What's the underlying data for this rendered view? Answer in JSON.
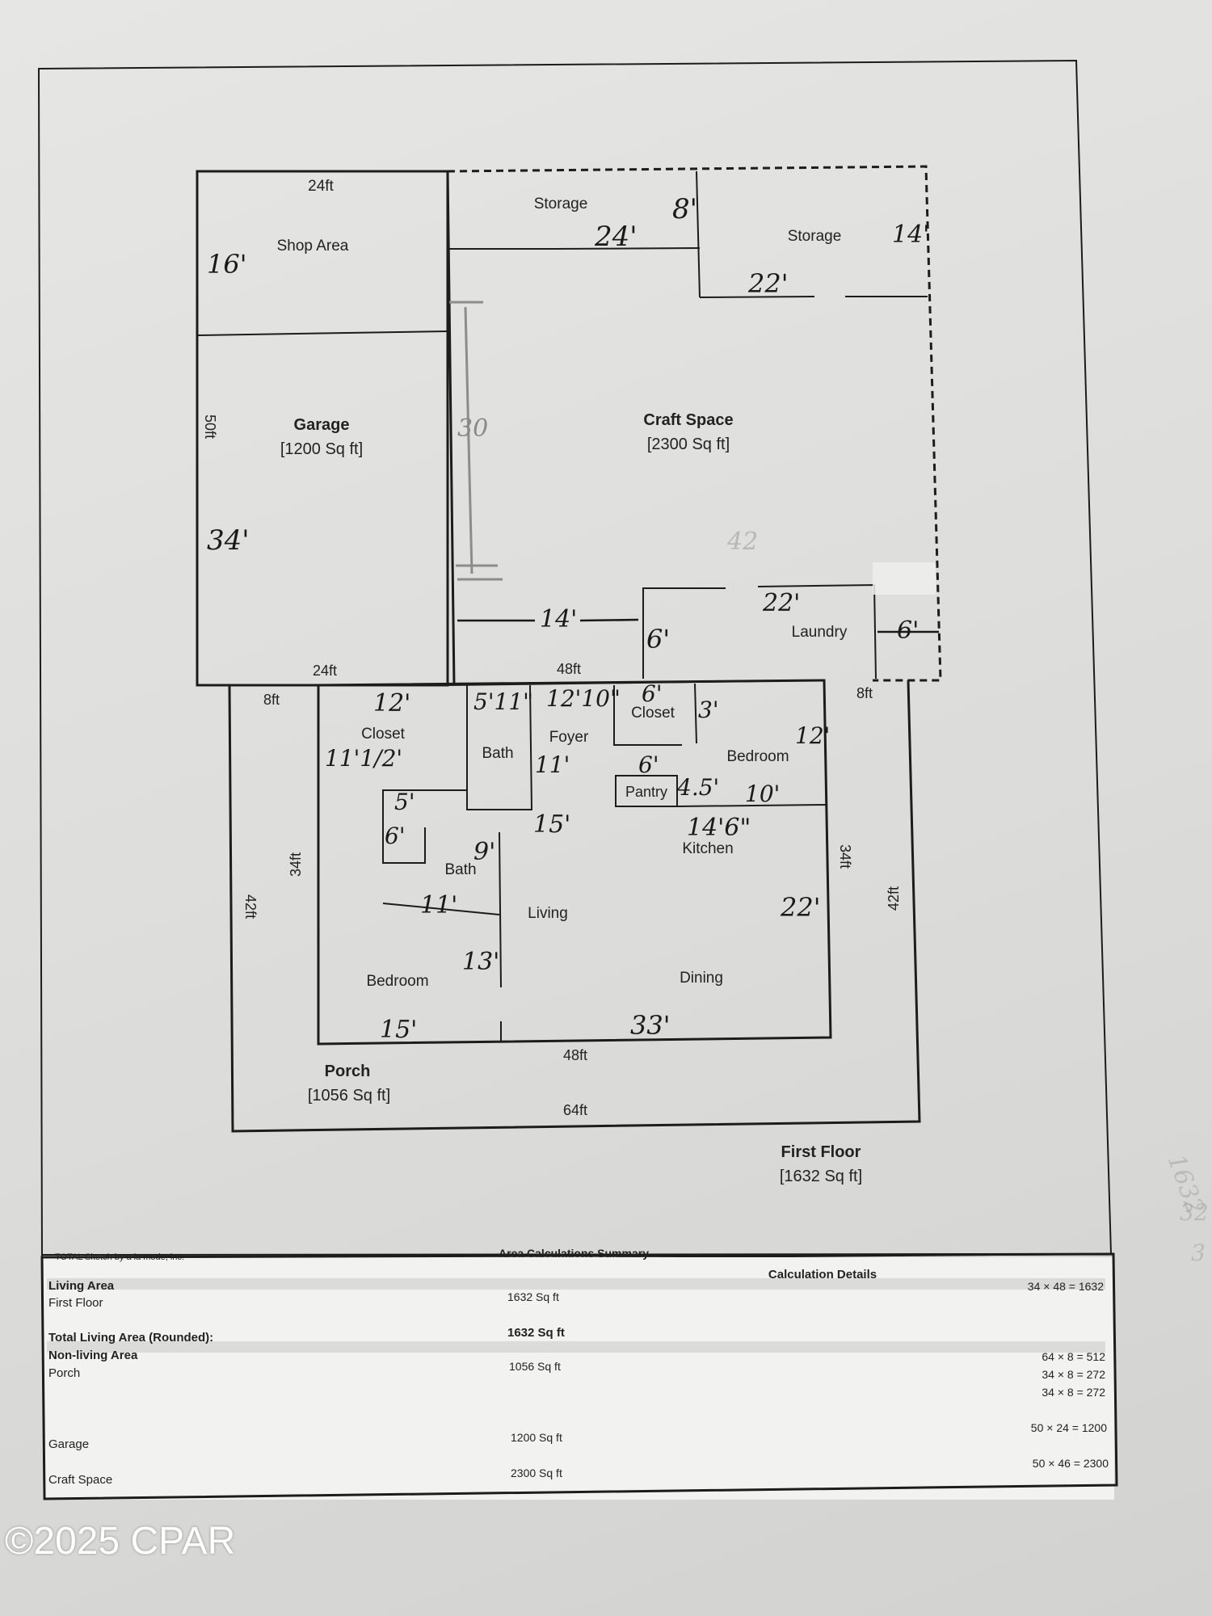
{
  "labels": {
    "shop_area": "Shop  Area",
    "storage_1": "Storage",
    "storage_2": "Storage",
    "garage": "Garage",
    "garage_area": "[1200 Sq ft]",
    "craft_space": "Craft Space",
    "craft_space_area": "[2300 Sq ft]",
    "laundry": "Laundry",
    "closet_1": "Closet",
    "closet_2": "Closet",
    "bath_1": "Bath",
    "bath_2": "Bath",
    "foyer": "Foyer",
    "bedroom_1": "Bedroom",
    "bedroom_2": "Bedroom",
    "pantry": "Pantry",
    "kitchen": "Kitchen",
    "living": "Living",
    "dining": "Dining",
    "porch": "Porch",
    "porch_area": "[1056 Sq ft]",
    "first_floor": "First Floor",
    "first_floor_area": "[1632 Sq ft]"
  },
  "dims": {
    "top_24ft": "24ft",
    "garage_50ft": "50ft",
    "garage_24ft": "24ft",
    "mid_48ft": "48ft",
    "left_8ft": "8ft",
    "right_8ft": "8ft",
    "left_34ft": "34ft",
    "left_42ft": "42ft",
    "right_34ft": "34ft",
    "right_42ft": "42ft",
    "bottom_48ft": "48ft",
    "bottom_64ft": "64ft"
  },
  "handwritten": {
    "shop_16": "16'",
    "storage_24": "24'",
    "storage_8": "8'",
    "storage_14": "14'",
    "storage_22": "22'",
    "craft_30": "30",
    "garage_34": "34'",
    "craft_14": "14'",
    "laundry_22": "22'",
    "laundry_6": "6'",
    "laundry_6b": "6'",
    "closet_12": "12'",
    "closet_1112": "11'1/2'",
    "bath_511": "5'11\"",
    "foyer_1210": "12'10\"",
    "closet_6": "6'",
    "closet_3": "3'",
    "bedroom_12": "12'",
    "foyer_11": "11'",
    "pantry_6": "6'",
    "pantry_45": "4.5'",
    "bedroom_10": "10'",
    "bath_5": "5'",
    "bath_6": "6'",
    "bath_9": "9'",
    "living_15": "15'",
    "kitchen_146": "14'6\"",
    "bath_11": "11'",
    "kitchen_22": "22'",
    "bedroom_13": "13'",
    "bedroom_15": "15'",
    "dining_33": "33'",
    "pencil_42": "42",
    "margin_1632": "1632",
    "margin_a": "32",
    "margin_b": "3"
  },
  "summary": {
    "software": "TOTAL Sketch by a la mode, inc.",
    "title": "Area Calculations Summary",
    "details_header": "Calculation Details",
    "living_area": "Living Area",
    "first_floor": "First Floor",
    "first_floor_value": "1632 Sq ft",
    "total_label": "Total Living Area (Rounded):",
    "total_value": "1632 Sq ft",
    "non_living": "Non-living Area",
    "porch": "Porch",
    "porch_value": "1056 Sq ft",
    "garage": "Garage",
    "garage_value": "1200 Sq ft",
    "craft": "Craft Space",
    "craft_value": "2300 Sq ft",
    "calc_1": "34 × 48  =  1632",
    "calc_2": "64 × 8    =     512",
    "calc_3": "34 × 8    =     272",
    "calc_4": "34 × 8    =     272",
    "calc_5": "50 × 24  =  1200",
    "calc_6": "50 × 46  =  2300"
  },
  "watermark": "©2025 CPAR"
}
